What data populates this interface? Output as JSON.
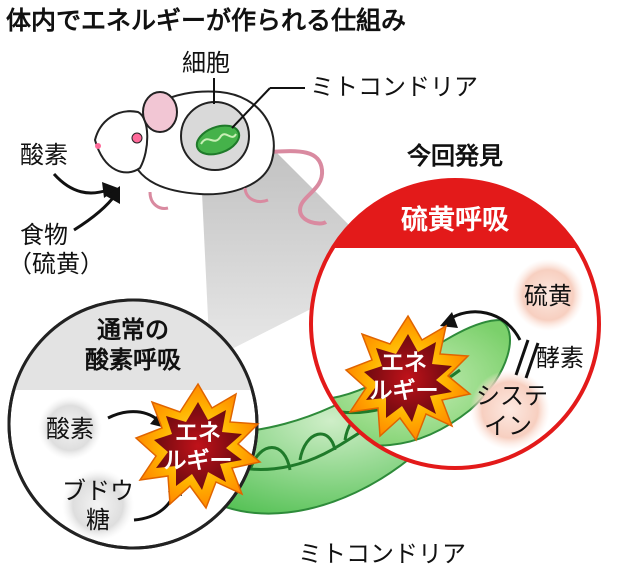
{
  "title": "体内でエネルギーが作られる仕組み",
  "labels": {
    "cell": "細胞",
    "mitochondria_top": "ミトコンドリア",
    "oxygen_input": "酸素",
    "food_line1": "食物",
    "food_line2": "（硫黄）",
    "discovery": "今回発見",
    "mitochondria_bottom": "ミトコンドリア"
  },
  "normal_panel": {
    "heading_line1": "通常の",
    "heading_line2": "酸素呼吸",
    "input1": "酸素",
    "input2_line1": "ブドウ",
    "input2_line2": "糖",
    "energy_line1": "エネ",
    "energy_line2": "ルギー"
  },
  "sulfur_panel": {
    "heading": "硫黄呼吸",
    "sulfur": "硫黄",
    "enzyme": "酵素",
    "cysteine_line1": "システ",
    "cysteine_line2": "イン",
    "energy_line1": "エネ",
    "energy_line2": "ルギー"
  },
  "colors": {
    "red": "#e31a1a",
    "green": "#39b54a",
    "dark_green": "#1f7a2a",
    "gray_panel": "#e6e6e6",
    "pink_bubble": "#f9d5c8",
    "gray_bubble": "#dcdcdc"
  }
}
